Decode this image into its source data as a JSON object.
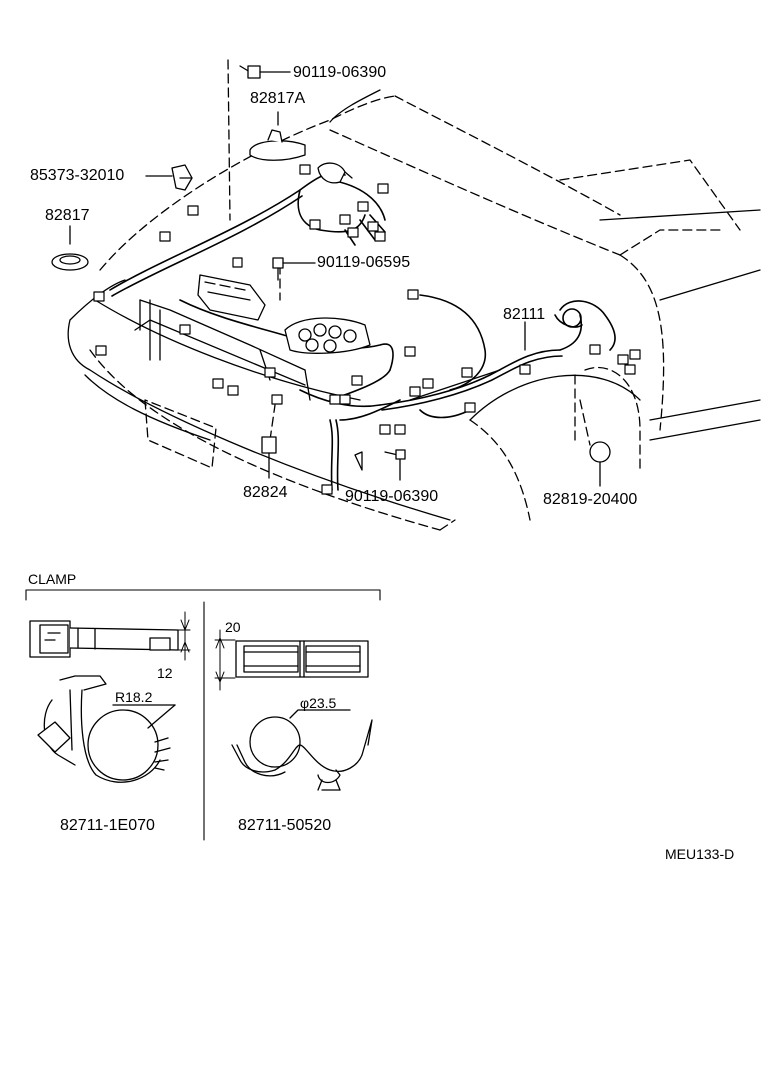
{
  "parts": {
    "bolt_top": "90119-06390",
    "cover_top": "82817A",
    "clip_left": "85373-32010",
    "grommet_left": "82817",
    "bolt_mid": "90119-06595",
    "harness": "82111",
    "relay": "82824",
    "bolt_bottom": "90119-06390",
    "plug_right": "82819-20400"
  },
  "clamp": {
    "section_title": "CLAMP",
    "left_part": "82711-1E070",
    "left_dim_height": "12",
    "left_dim_radius": "R18.2",
    "right_part": "82711-50520",
    "right_dim_height": "20",
    "right_dim_diameter": "φ23.5"
  },
  "figure_code": "MEU133-D"
}
